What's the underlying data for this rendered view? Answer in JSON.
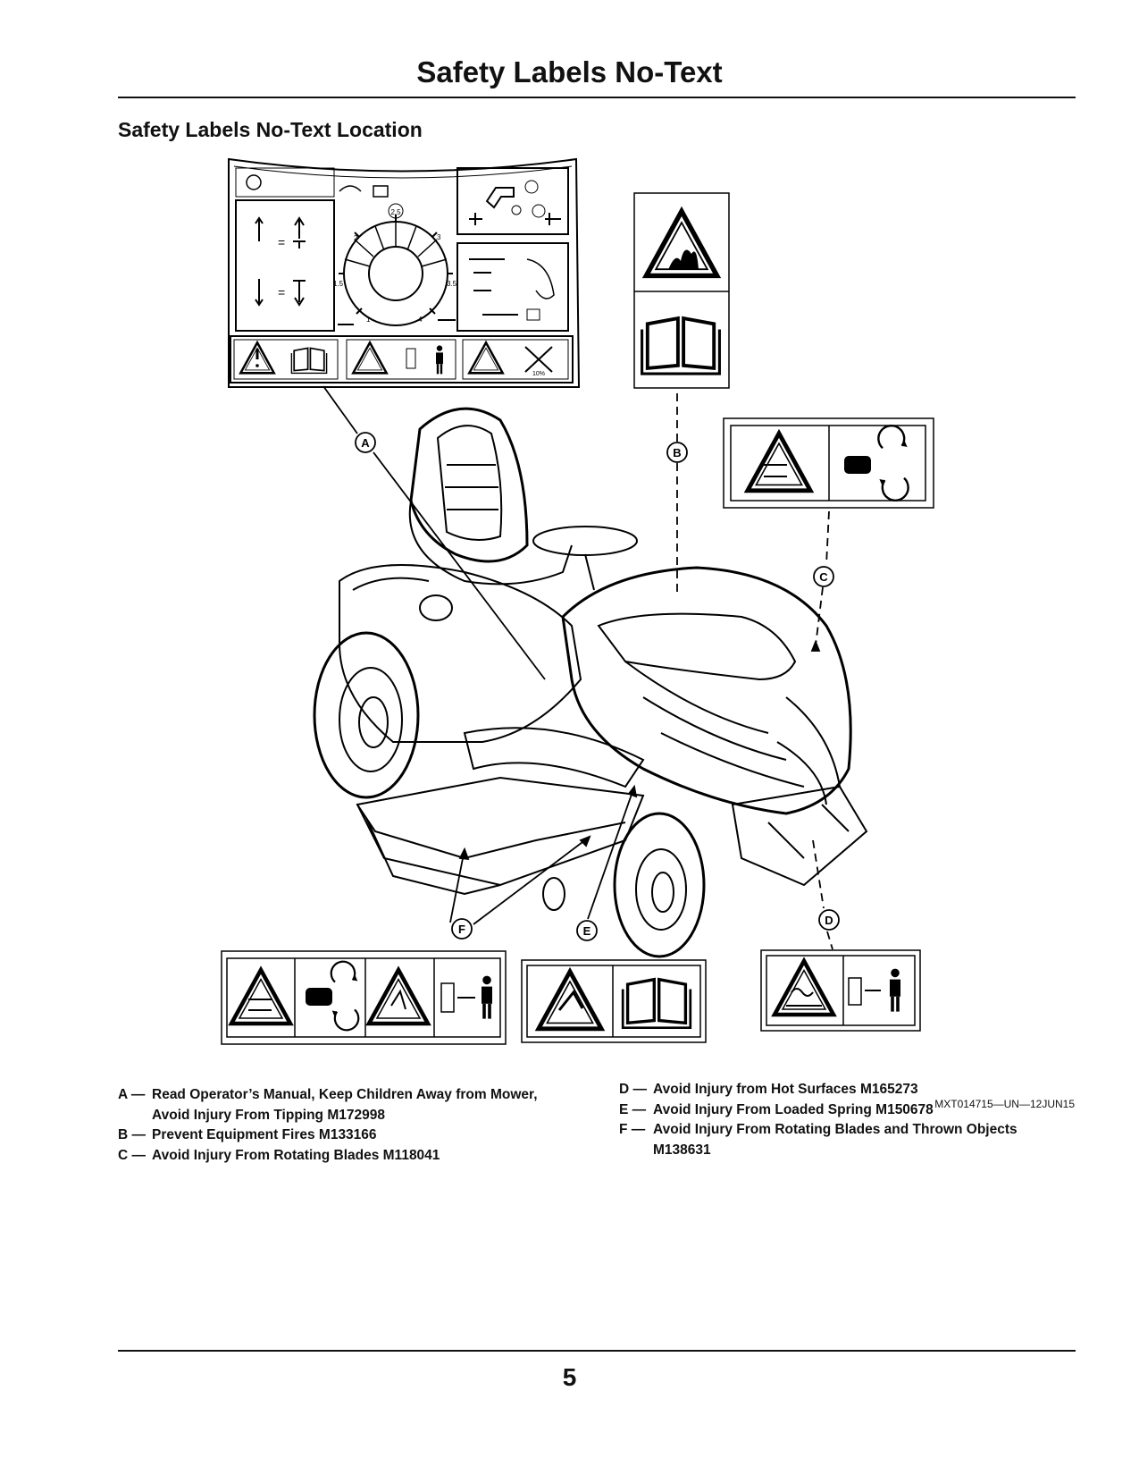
{
  "page": {
    "title": "Safety Labels No-Text",
    "subtitle": "Safety Labels No-Text Location",
    "page_number": "5"
  },
  "figure": {
    "id": "MXT014715—UN—12JUN15",
    "callouts": {
      "a": "A",
      "b": "B",
      "c": "C",
      "d": "D",
      "e": "E",
      "f": "F"
    },
    "dash_label": {
      "speed_marks": [
        "2.5",
        "2",
        "3",
        "1.5",
        "3.5",
        "1",
        "4"
      ],
      "slope": "10%"
    }
  },
  "legend": {
    "left": [
      {
        "key": "A —",
        "lines": [
          "Read Operator’s Manual, Keep Children Away from Mower,",
          "Avoid Injury From Tipping M172998"
        ]
      },
      {
        "key": "B —",
        "lines": [
          "Prevent Equipment Fires M133166"
        ]
      },
      {
        "key": "C —",
        "lines": [
          "Avoid Injury From Rotating Blades M118041"
        ]
      }
    ],
    "right": [
      {
        "key": "D —",
        "lines": [
          "Avoid Injury from Hot Surfaces M165273"
        ]
      },
      {
        "key": "E —",
        "lines": [
          "Avoid Injury From Loaded Spring M150678"
        ]
      },
      {
        "key": "F —",
        "lines": [
          "Avoid Injury From Rotating Blades and Thrown Objects",
          "M138631"
        ]
      }
    ]
  }
}
